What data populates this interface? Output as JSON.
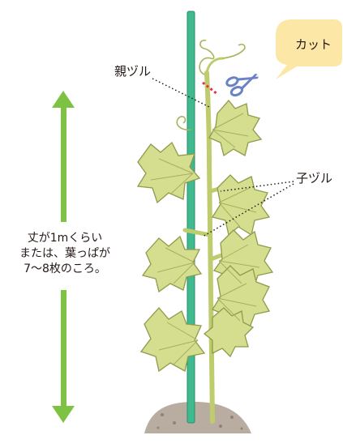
{
  "callout": {
    "text": "カット"
  },
  "labels": {
    "main_vine": "親ヅル",
    "side_vine": "子ヅル"
  },
  "height_note": {
    "lines": [
      "丈が1mくらい",
      "または、葉っぱが",
      "7〜8枚のころ。"
    ]
  },
  "colors": {
    "arrow": "#7dc242",
    "stake": "#3fb98e",
    "callout_bubble": "#fde7a6",
    "cut_marks": "#e5334b",
    "leaf": "#d4de8e",
    "leaf_edge": "#8f9a4a",
    "stem": "#bfcc6e",
    "soil": "#b9aca0",
    "scissors": "#6b82c4"
  },
  "icons": {
    "scissors": "scissors-icon"
  }
}
